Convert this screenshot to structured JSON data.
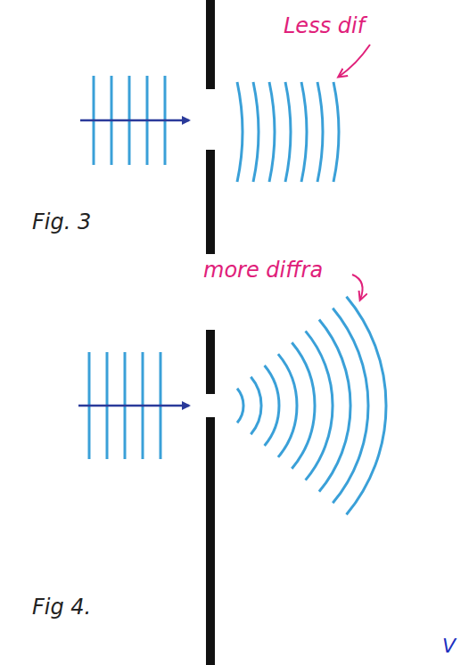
{
  "diagram": {
    "labels": [
      "Less dif",
      "more diffra",
      "Fig. 3",
      "Fig 4.",
      "V"
    ]
  }
}
